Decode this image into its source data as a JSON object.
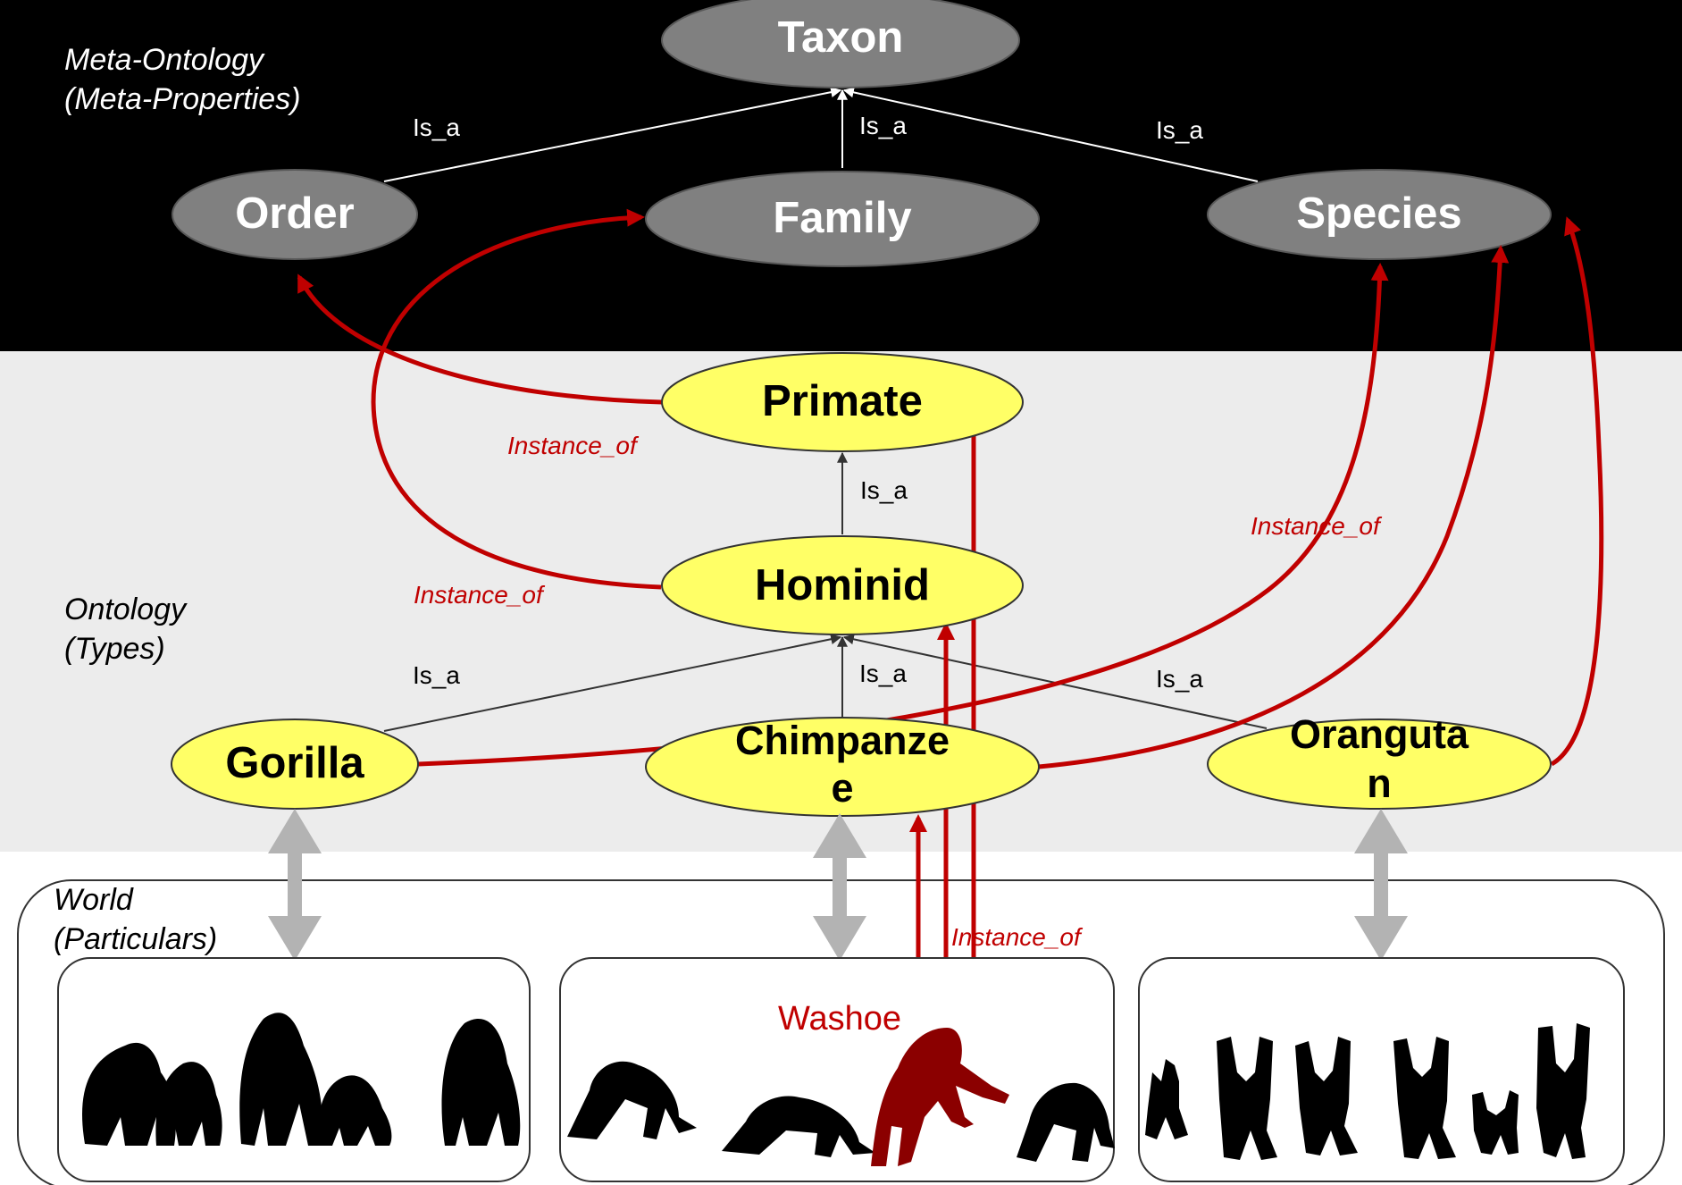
{
  "layers": {
    "meta": {
      "title": "Meta-Ontology",
      "subtitle": "(Meta-Properties)"
    },
    "ontology": {
      "title": "Ontology",
      "subtitle": "(Types)"
    },
    "world": {
      "title": "World",
      "subtitle": "(Particulars)"
    }
  },
  "meta_nodes": {
    "taxon": "Taxon",
    "order": "Order",
    "family": "Family",
    "species": "Species"
  },
  "type_nodes": {
    "primate": "Primate",
    "hominid": "Hominid",
    "gorilla": "Gorilla",
    "chimpanzee_line1": "Chimpanze",
    "chimpanzee_line2": "e",
    "orangutan_line1": "Oranguta",
    "orangutan_line2": "n"
  },
  "edge_labels": {
    "is_a": "Is_a",
    "instance_of": "Instance_of"
  },
  "particular": "Washoe",
  "colors": {
    "meta_bg": "#000000",
    "ontology_bg": "#ececec",
    "meta_node": "#808080",
    "type_node": "#ffff66",
    "instance_arrow": "#c00000",
    "world_arrow": "#b3b3b3"
  }
}
